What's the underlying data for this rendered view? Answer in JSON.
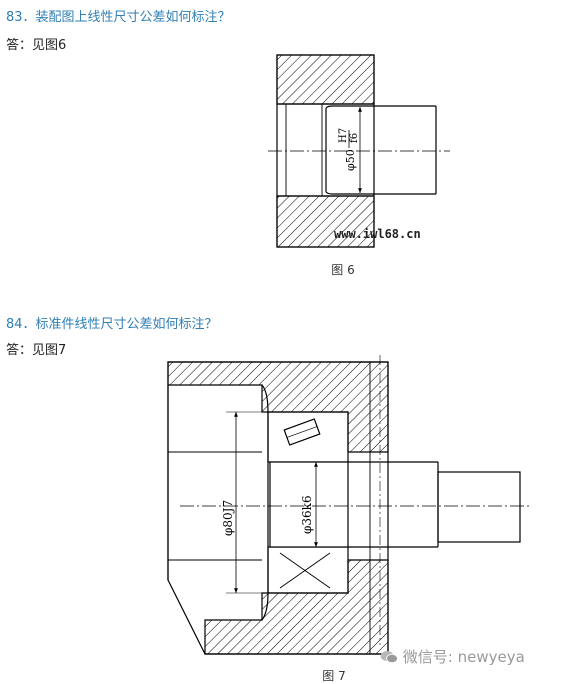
{
  "q83": {
    "title": "83．装配图上线性尺寸公差如何标注？",
    "answer": "答：见图6"
  },
  "fig6": {
    "caption": "图 6",
    "dimension": "φ50",
    "fit_upper": "H7",
    "fit_lower": "f6",
    "watermark": "www.iwl68.cn"
  },
  "q84": {
    "title": "84．标准件线性尺寸公差如何标注？",
    "answer": "答：见图7"
  },
  "fig7": {
    "caption": "图 7",
    "dim_outer": "φ80J7",
    "dim_inner": "φ36k6"
  },
  "wechat": {
    "text": "微信号: newyeya",
    "icon": "wechat-logo-icon"
  },
  "colors": {
    "question": "#2f7fb5",
    "answer": "#222222"
  }
}
